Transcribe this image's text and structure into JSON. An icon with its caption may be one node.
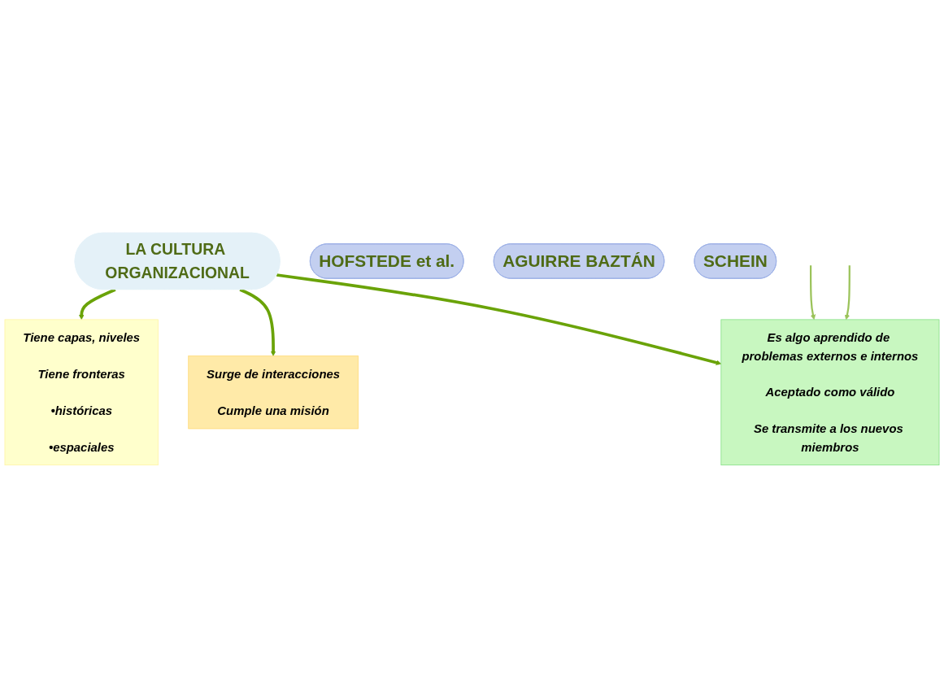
{
  "diagram": {
    "nodes": [
      {
        "text": [
          "LA CULTURA ORGANIZACIONAL"
        ]
      },
      {
        "text": [
          "Tiene capas, niveles",
          "Tiene  fronteras",
          "•históricas",
          "•espaciales"
        ]
      },
      {
        "text": [
          "Surge de interacciones",
          "Cumple una misión"
        ]
      },
      {
        "text": [
          "Es algo aprendido de problemas externos e internos",
          "Aceptado como válido",
          "Se transmite a los nuevos miembros"
        ]
      },
      {
        "text": [
          "HOFSTEDE et al."
        ]
      },
      {
        "text": [
          "AGUIRRE BAZTÁN"
        ]
      },
      {
        "text": [
          "SCHEIN"
        ]
      }
    ],
    "edges": [
      {
        "from": 0,
        "to": 1,
        "arrow": "to"
      },
      {
        "from": 0,
        "to": 2,
        "arrow": "to"
      },
      {
        "from": 0,
        "to": 3,
        "arrow": "to"
      },
      {
        "from": null,
        "to": 3,
        "arrow": "to",
        "color": "#9bc35a"
      },
      {
        "from": null,
        "to": 3,
        "arrow": "to",
        "color": "#9bc35a"
      }
    ]
  }
}
